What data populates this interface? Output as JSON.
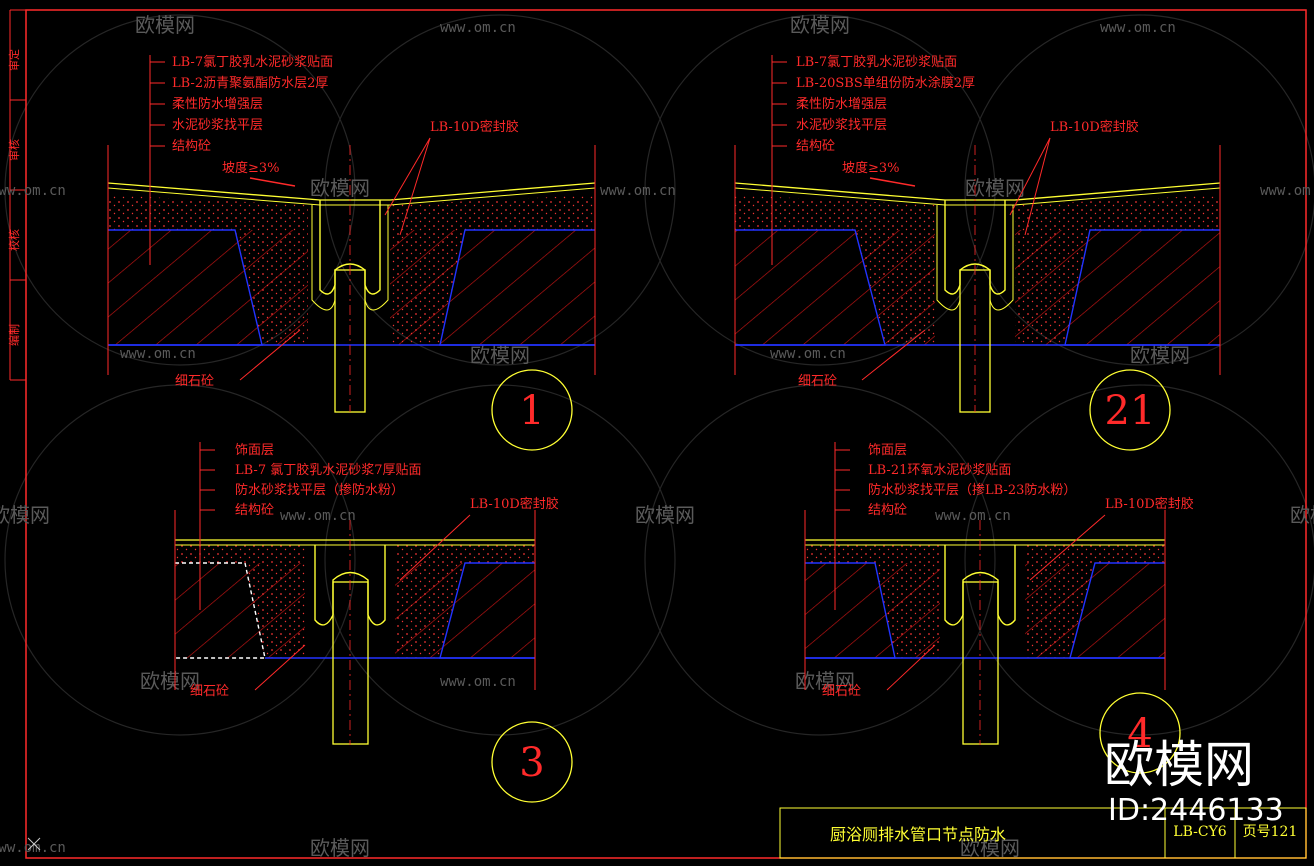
{
  "side_strip": [
    "审定",
    "审核",
    "校核",
    "编制"
  ],
  "watermark": {
    "brand": "欧模网",
    "url": "www.om.cn"
  },
  "details": [
    {
      "number": "1",
      "layers": [
        "LB-7氯丁胶乳水泥砂浆贴面",
        "LB-2沥青聚氨酯防水层2厚",
        "柔性防水增强层",
        "水泥砂浆找平层",
        "结构砼"
      ],
      "sealant": "LB-10D密封胶",
      "slope": "坡度≥3%",
      "fill": "细石砼"
    },
    {
      "number": "21",
      "layers": [
        "LB-7氯丁胶乳水泥砂浆贴面",
        "LB-20SBS单组份防水涂膜2厚",
        "柔性防水增强层",
        "水泥砂浆找平层",
        "结构砼"
      ],
      "sealant": "LB-10D密封胶",
      "slope": "坡度≥3%",
      "fill": "细石砼"
    },
    {
      "number": "3",
      "layers": [
        "饰面层",
        "LB-7 氯丁胶乳水泥砂浆7厚贴面",
        "防水砂浆找平层（掺防水粉）",
        "结构砼"
      ],
      "sealant": "LB-10D密封胶",
      "fill": "细石砼"
    },
    {
      "number": "4",
      "layers": [
        "饰面层",
        "LB-21环氧水泥砂浆贴面",
        "防水砂浆找平层（掺LB-23防水粉）",
        "结构砼"
      ],
      "sealant": "LB-10D密封胶",
      "fill": "细石砼"
    }
  ],
  "title_block": {
    "title": "厨浴厕排水管口节点防水",
    "code": "LB-CY6",
    "page": "页号121"
  },
  "stamp": {
    "brand": "欧模网",
    "id": "ID:2446133"
  },
  "colors": {
    "label": "#ff2a2a",
    "outline": "#ffff33",
    "hatch": "#e01818",
    "boundary": "#2233ff",
    "frame": "#ff2a2a"
  }
}
